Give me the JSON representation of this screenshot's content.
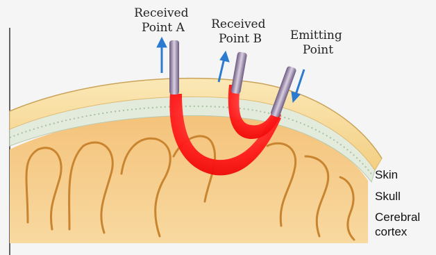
{
  "labels": {
    "received_a": [
      "Received",
      "Point A"
    ],
    "received_b": [
      "Received",
      "Point B"
    ],
    "emitting": [
      "Emitting",
      "Point"
    ]
  },
  "layers": {
    "skin": "Skin",
    "skull": "Skull",
    "cortex": [
      "Cerebral",
      "cortex"
    ]
  },
  "colors": {
    "arrow": "#2a7bd0",
    "light_path": "#ff1a1a",
    "skin": "#f6d98f",
    "skull": "#dfe8d8",
    "cortex": "#f2b05a"
  },
  "icons": {
    "arrow_up": "arrow-up-icon",
    "arrow_down": "arrow-down-icon",
    "probe": "probe-icon"
  }
}
